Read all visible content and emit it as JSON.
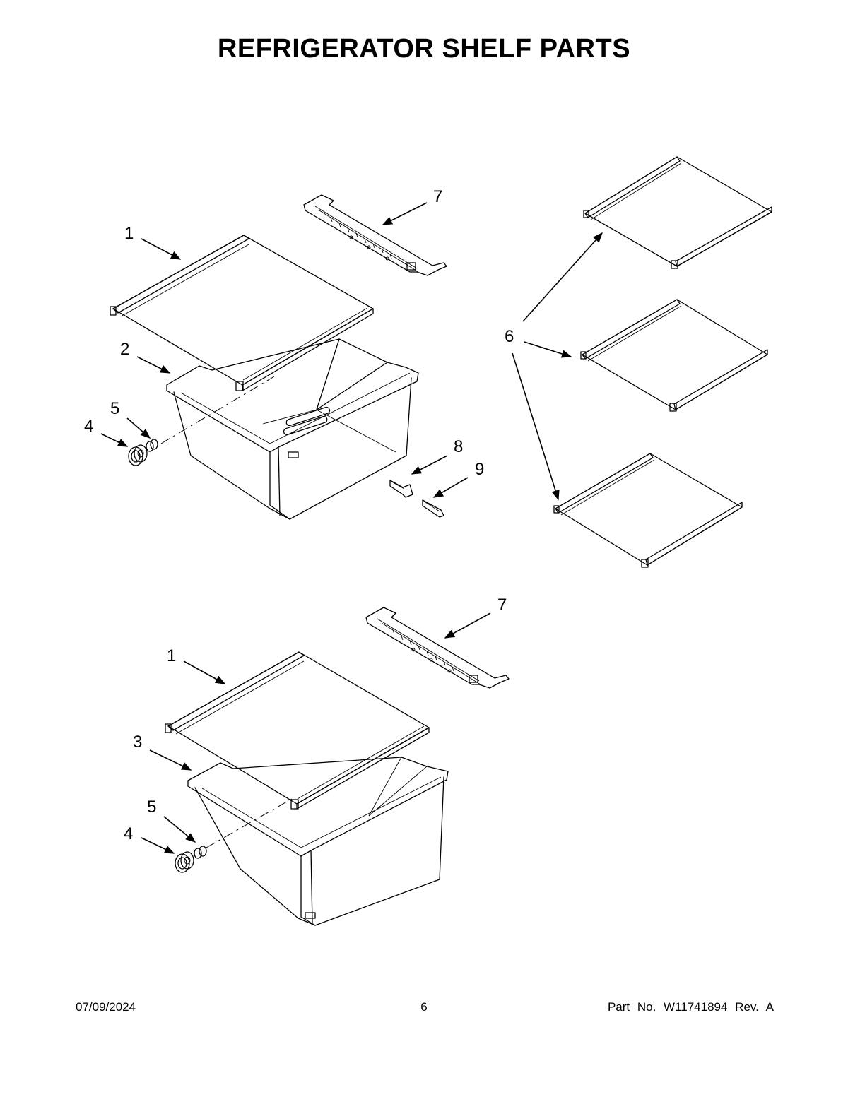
{
  "title": "REFRIGERATOR SHELF PARTS",
  "callouts": {
    "c1_top": "1",
    "c2": "2",
    "c3": "3",
    "c4_top": "4",
    "c5_top": "5",
    "c6": "6",
    "c7_top": "7",
    "c8": "8",
    "c9": "9",
    "c1_bottom": "1",
    "c4_bottom": "4",
    "c5_bottom": "5",
    "c7_bottom": "7"
  },
  "footer": {
    "date": "07/09/2024",
    "page": "6",
    "part": "Part No.  W11741894  Rev.  A"
  }
}
